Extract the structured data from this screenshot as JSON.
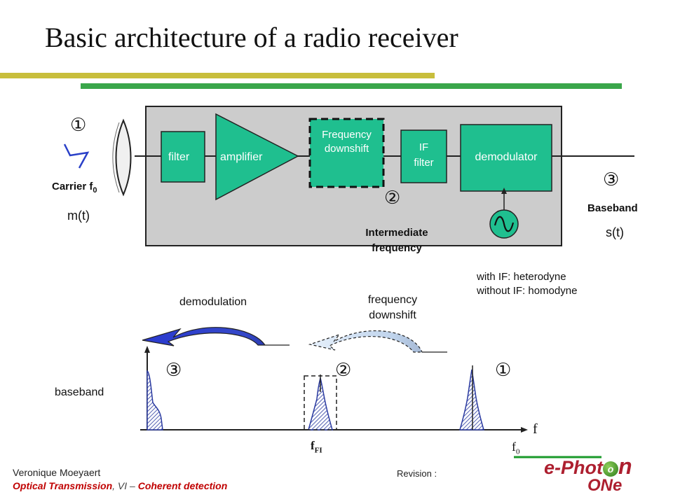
{
  "slide": {
    "title": "Basic architecture of a radio receiver"
  },
  "block_diagram": {
    "filter_label": "filter",
    "amplifier_label": "amplifier",
    "freq_downshift_label_line1": "Frequency",
    "freq_downshift_label_line2": "downshift",
    "if_filter_line1": "IF",
    "if_filter_line2": "filter",
    "demodulator_label": "demodulator",
    "carrier_label": "Carrier f",
    "carrier_sub": "0",
    "input_signal": "m(t)",
    "if_label_line1": "Intermediate",
    "if_label_line2": "frequency",
    "baseband_label": "Baseband",
    "output_signal": "s(t)",
    "marker_1": "①",
    "marker_2": "②",
    "marker_3": "③"
  },
  "notes": {
    "heterodyne": "with IF: heterodyne",
    "homodyne": "without IF: homodyne"
  },
  "spectrum": {
    "demodulation_label": "demodulation",
    "freq_downshift_line1": "frequency",
    "freq_downshift_line2": "downshift",
    "baseband_label": "baseband",
    "axis_label": "f",
    "f_fi_label": "f",
    "f_fi_sub": "FI",
    "f0_label": "f",
    "f0_sub": "0",
    "marker_1": "①",
    "marker_2": "②",
    "marker_3": "③"
  },
  "footer": {
    "author": "Veronique Moeyaert",
    "course_part1": "Optical Transmission",
    "course_part2": ", VI – ",
    "course_part3": "Coherent detection",
    "revision": "Revision :",
    "logo_line1": "e-Phot",
    "logo_o": "o",
    "logo_n": "n",
    "logo_line2": "ONe"
  },
  "colors": {
    "block_fill": "#1fbf8f",
    "panel_fill": "#cccccc",
    "arrow_blue": "#2a40c8",
    "arrow_light": "#c8dcf0",
    "hatch": "#2a3aa0",
    "title_olive": "#c8be3c",
    "title_green": "#3aa64a",
    "logo_red": "#ad1f2f"
  }
}
